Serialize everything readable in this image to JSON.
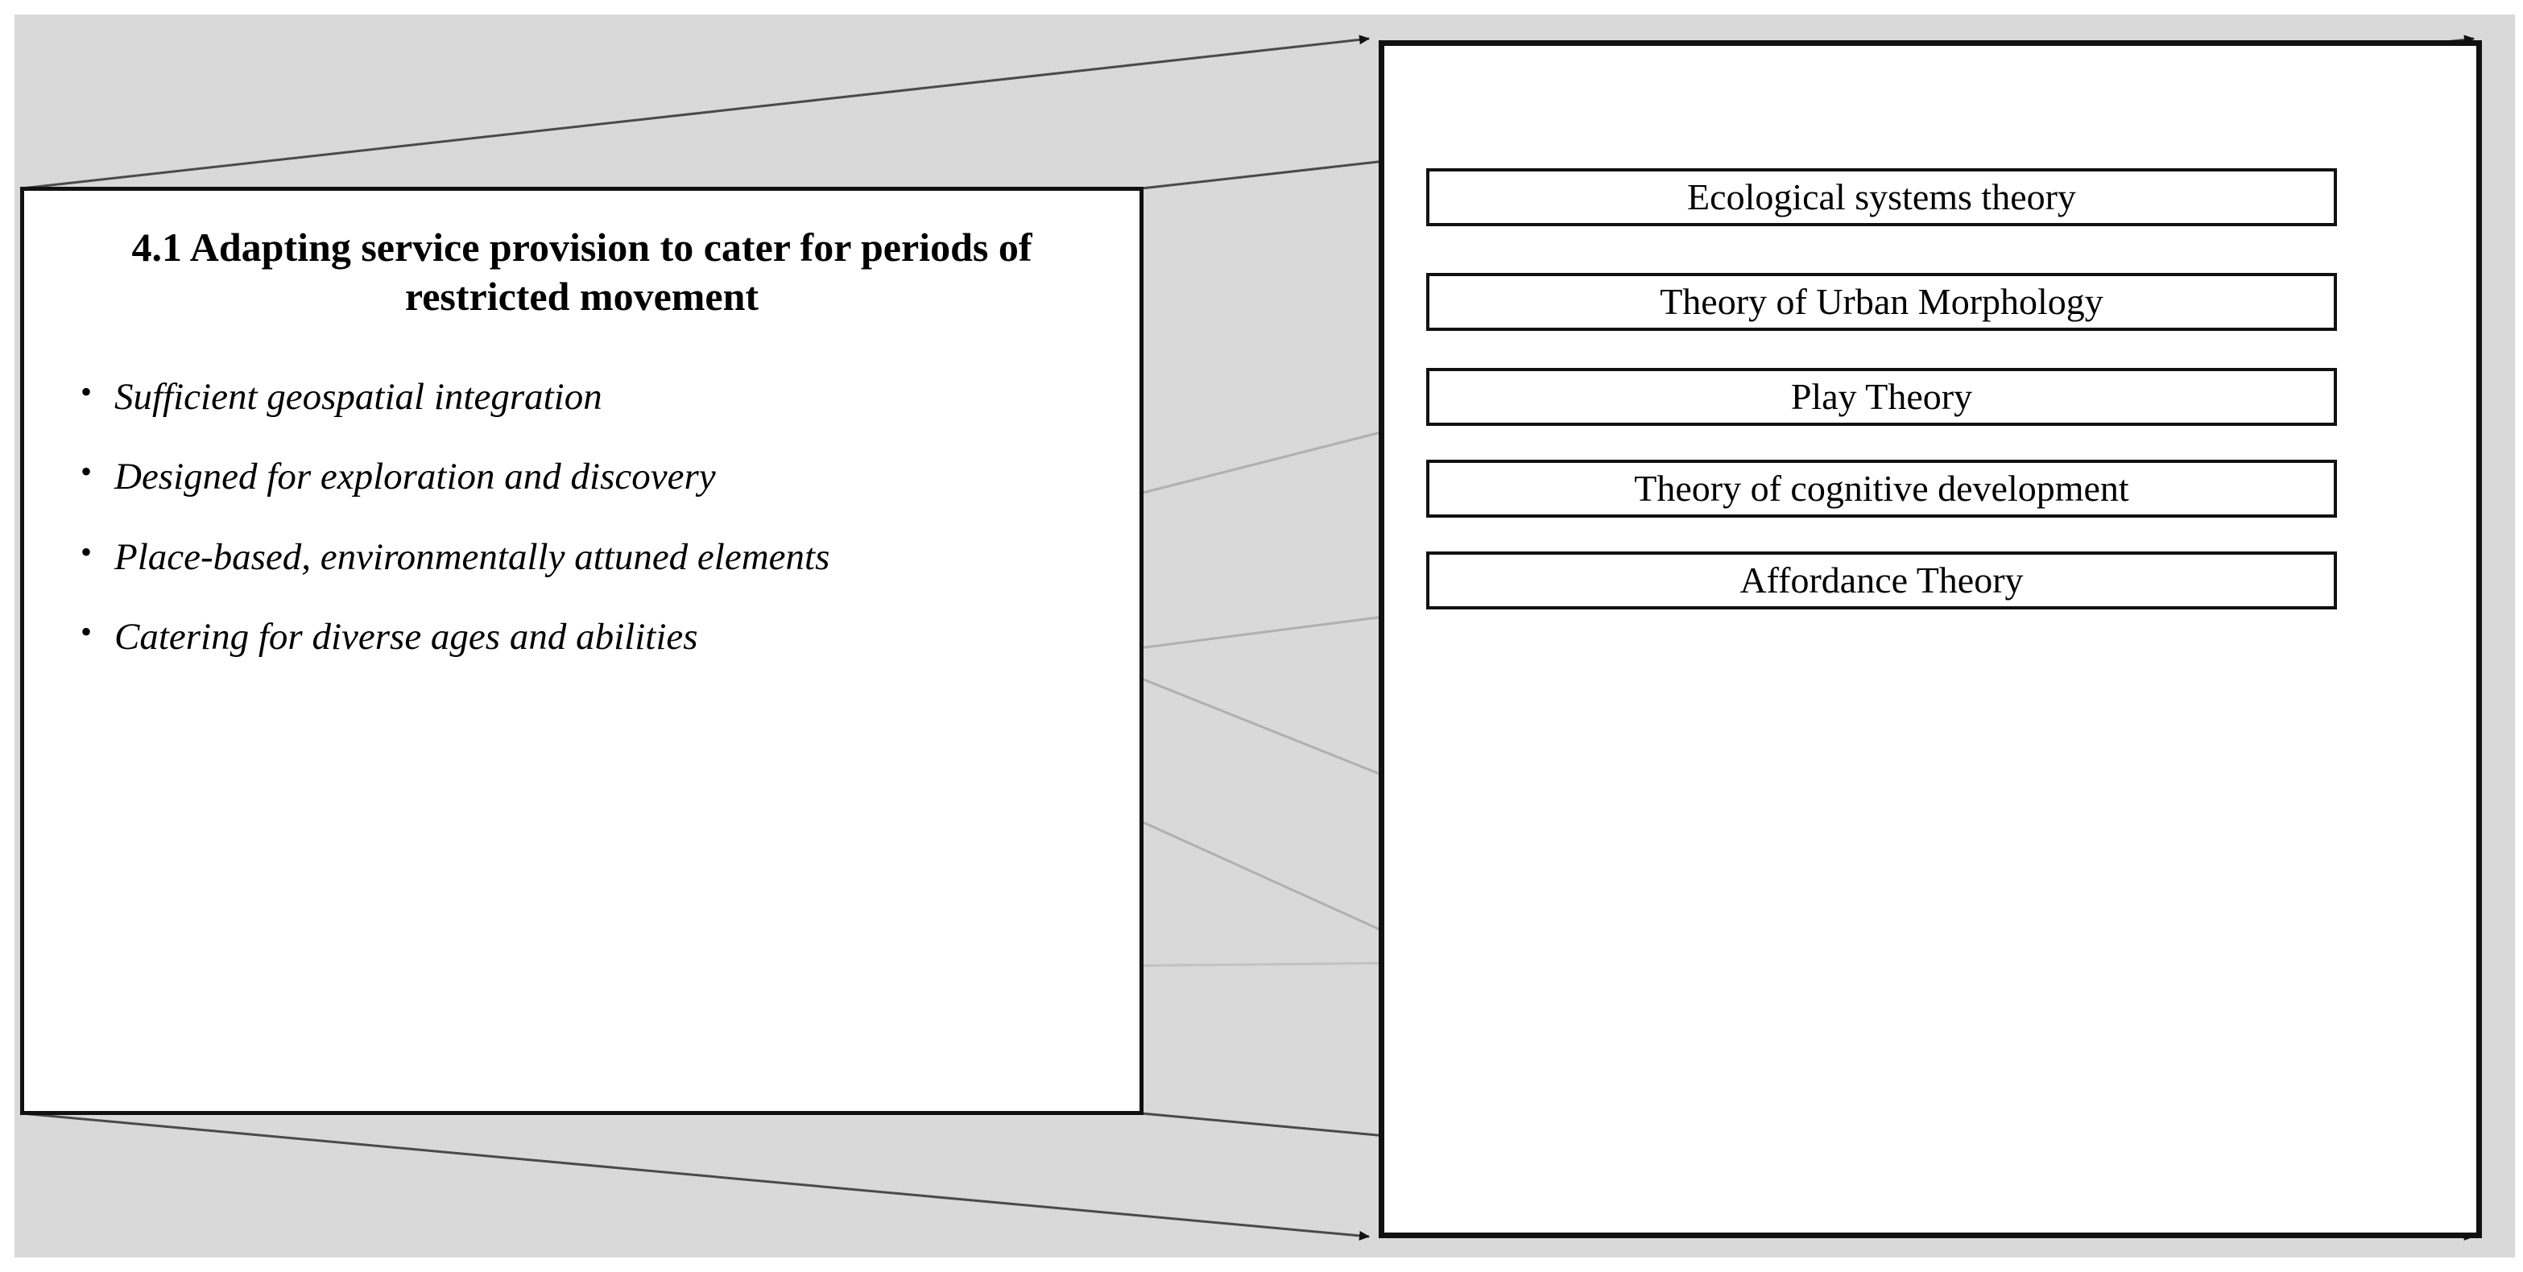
{
  "diagram": {
    "type": "callout-zoom-diagram",
    "background_color": "#d9d9d9",
    "panel_background": "#ffffff",
    "border_color": "#111111",
    "connector_color": "#8a8a8a"
  },
  "left_panel": {
    "title": "4.1 Adapting service provision to cater for periods of restricted movement",
    "bullets": [
      {
        "id": "bullet-geospatial",
        "text": "Sufficient geospatial integration"
      },
      {
        "id": "bullet-exploration",
        "text": "Designed for exploration and discovery"
      },
      {
        "id": "bullet-place-based",
        "text": "Place-based, environmentally attuned elements"
      },
      {
        "id": "bullet-diverse-ages",
        "text": "Catering for diverse ages and abilities"
      }
    ]
  },
  "right_panel": {
    "boxes": [
      {
        "id": "box-ecological-systems-theory",
        "label": "Ecological systems theory"
      },
      {
        "id": "box-theory-of-urban-morphology",
        "label": "Theory of Urban Morphology"
      },
      {
        "id": "box-play-theory",
        "label": "Play Theory"
      },
      {
        "id": "box-theory-of-cognitive-development",
        "label": "Theory of cognitive development"
      },
      {
        "id": "box-affordance-theory",
        "label": "Affordance Theory"
      }
    ]
  },
  "connectors": [
    {
      "from": "bullet-geospatial",
      "to": "box-theory-of-urban-morphology"
    },
    {
      "from": "bullet-exploration",
      "to": "box-play-theory"
    },
    {
      "from": "bullet-exploration",
      "to": "box-theory-of-cognitive-development"
    },
    {
      "from": "bullet-place-based",
      "to": "box-affordance-theory"
    },
    {
      "from": "bullet-diverse-ages",
      "to": "box-affordance-theory"
    }
  ],
  "callout_links": [
    {
      "from": "left-panel-top-left",
      "to": "right-panel-top-left"
    },
    {
      "from": "left-panel-top-right",
      "to": "right-panel-top-right"
    },
    {
      "from": "left-panel-bottom-left",
      "to": "right-panel-bottom-left"
    },
    {
      "from": "left-panel-bottom-right",
      "to": "right-panel-bottom-right"
    }
  ]
}
